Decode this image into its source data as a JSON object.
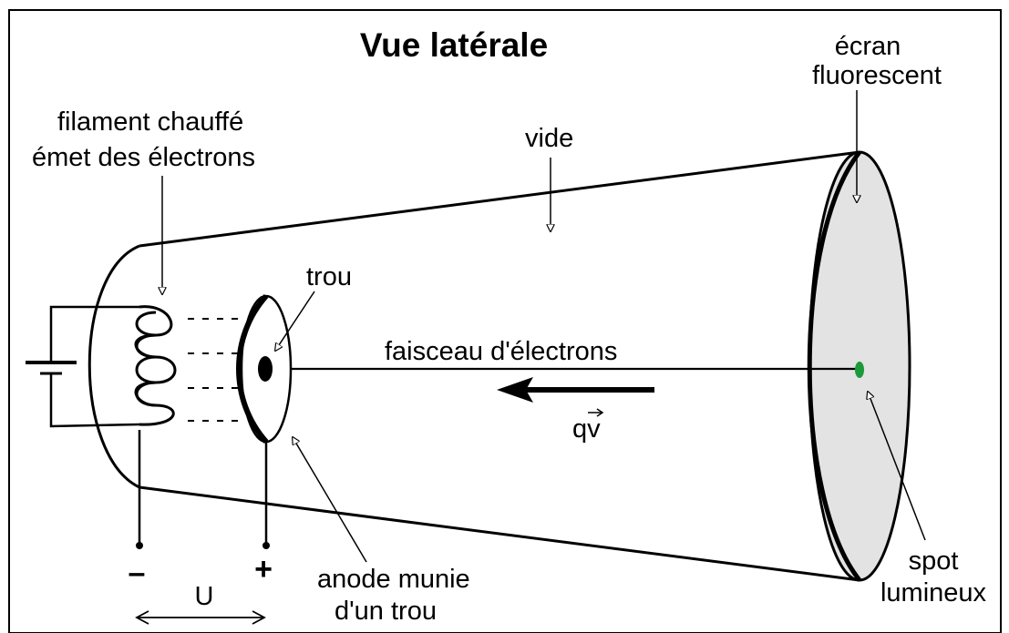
{
  "title": "Vue latérale",
  "labels": {
    "filament_line1": "filament  chauffé",
    "filament_line2": "émet  des  électrons",
    "vide": "vide",
    "ecran_line1": "écran",
    "ecran_line2": "fluorescent",
    "trou": "trou",
    "faisceau": "faisceau  d'électrons",
    "qv_q": "q",
    "qv_v": "v",
    "anode_line1": "anode  munie",
    "anode_line2": "d'un  trou",
    "spot_line1": "spot",
    "spot_line2": "lumineux",
    "minus": "–",
    "plus": "+",
    "voltage": "U"
  },
  "colors": {
    "screen_fill": "#e3e3e3",
    "spot": "#1a9a3a",
    "stroke": "#000000",
    "background": "#ffffff"
  }
}
